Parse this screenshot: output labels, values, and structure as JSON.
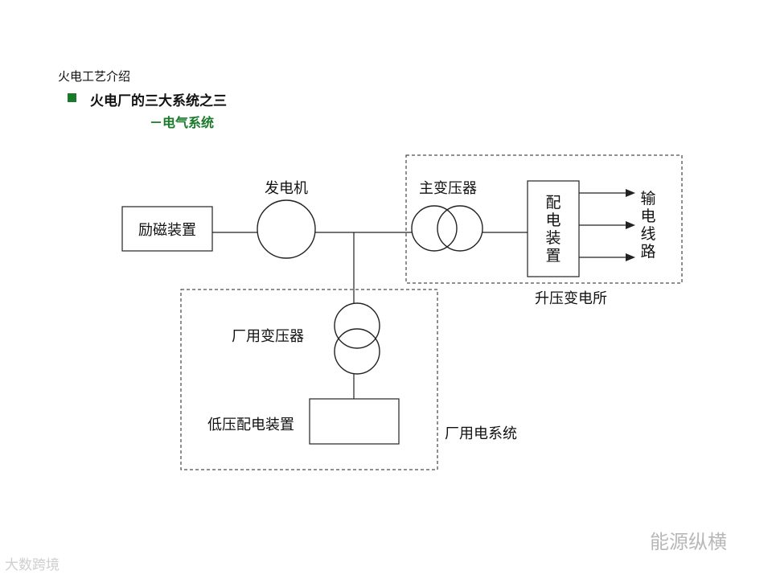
{
  "header": "火电工艺介绍",
  "title": "火电厂的三大系统之三",
  "subtitle": "－电气系统",
  "labels": {
    "excitation": "励磁装置",
    "generator": "发电机",
    "main_transformer": "主变压器",
    "distribution_device": "配电装置",
    "transmission_line": "输电线路",
    "step_up_substation": "升压变电所",
    "aux_transformer": "厂用变压器",
    "low_voltage_distribution": "低压配电装置",
    "aux_power_system": "厂用电系统"
  },
  "watermarks": {
    "left": "大数跨境",
    "right": "能源纵横"
  },
  "colors": {
    "accent_green": "#1a7a2a"
  }
}
